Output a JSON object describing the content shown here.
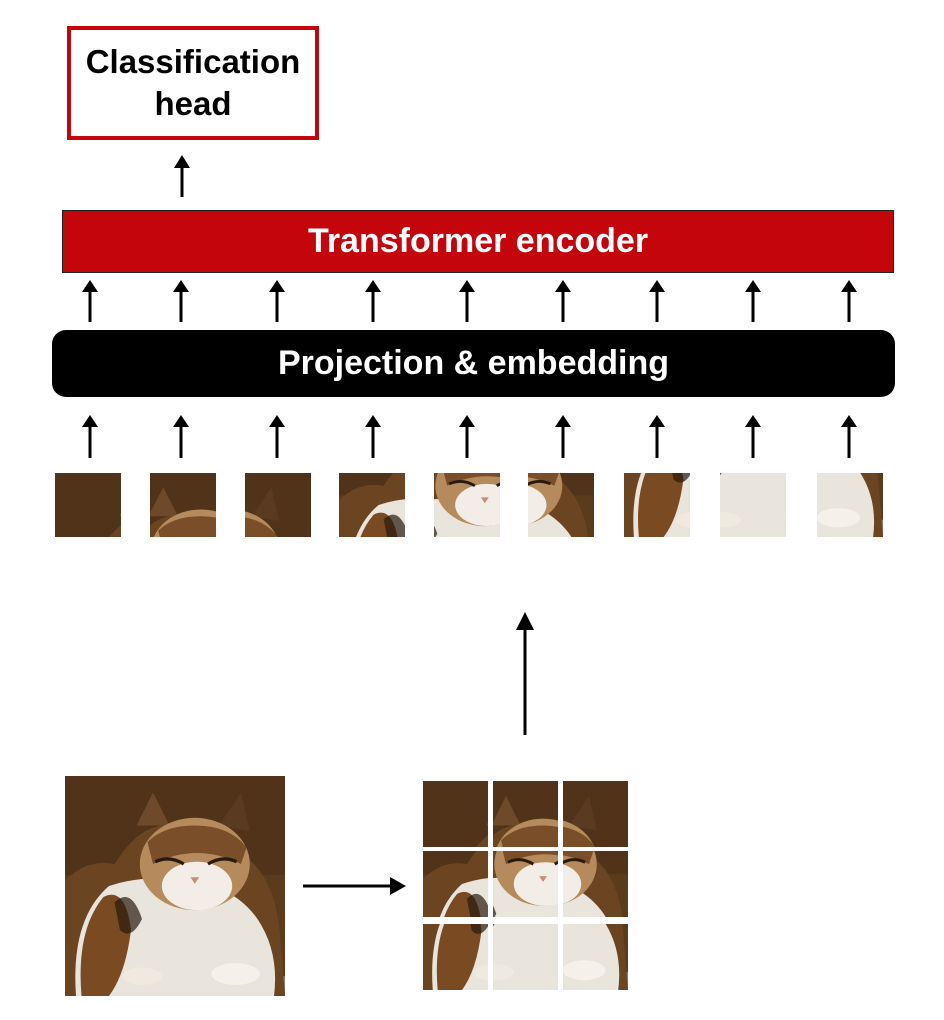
{
  "classification_head": {
    "label": "Classification\nhead",
    "border_color": "#c5050c"
  },
  "transformer_encoder": {
    "label": "Transformer encoder",
    "fill_color": "#c5050c"
  },
  "projection_embedding": {
    "label": "Projection & embedding",
    "fill_color": "#000000"
  },
  "patch_sequence": {
    "count": 9
  },
  "patch_grid": {
    "rows": 3,
    "cols": 3
  },
  "input_image": {
    "icon": "cat-photo"
  }
}
